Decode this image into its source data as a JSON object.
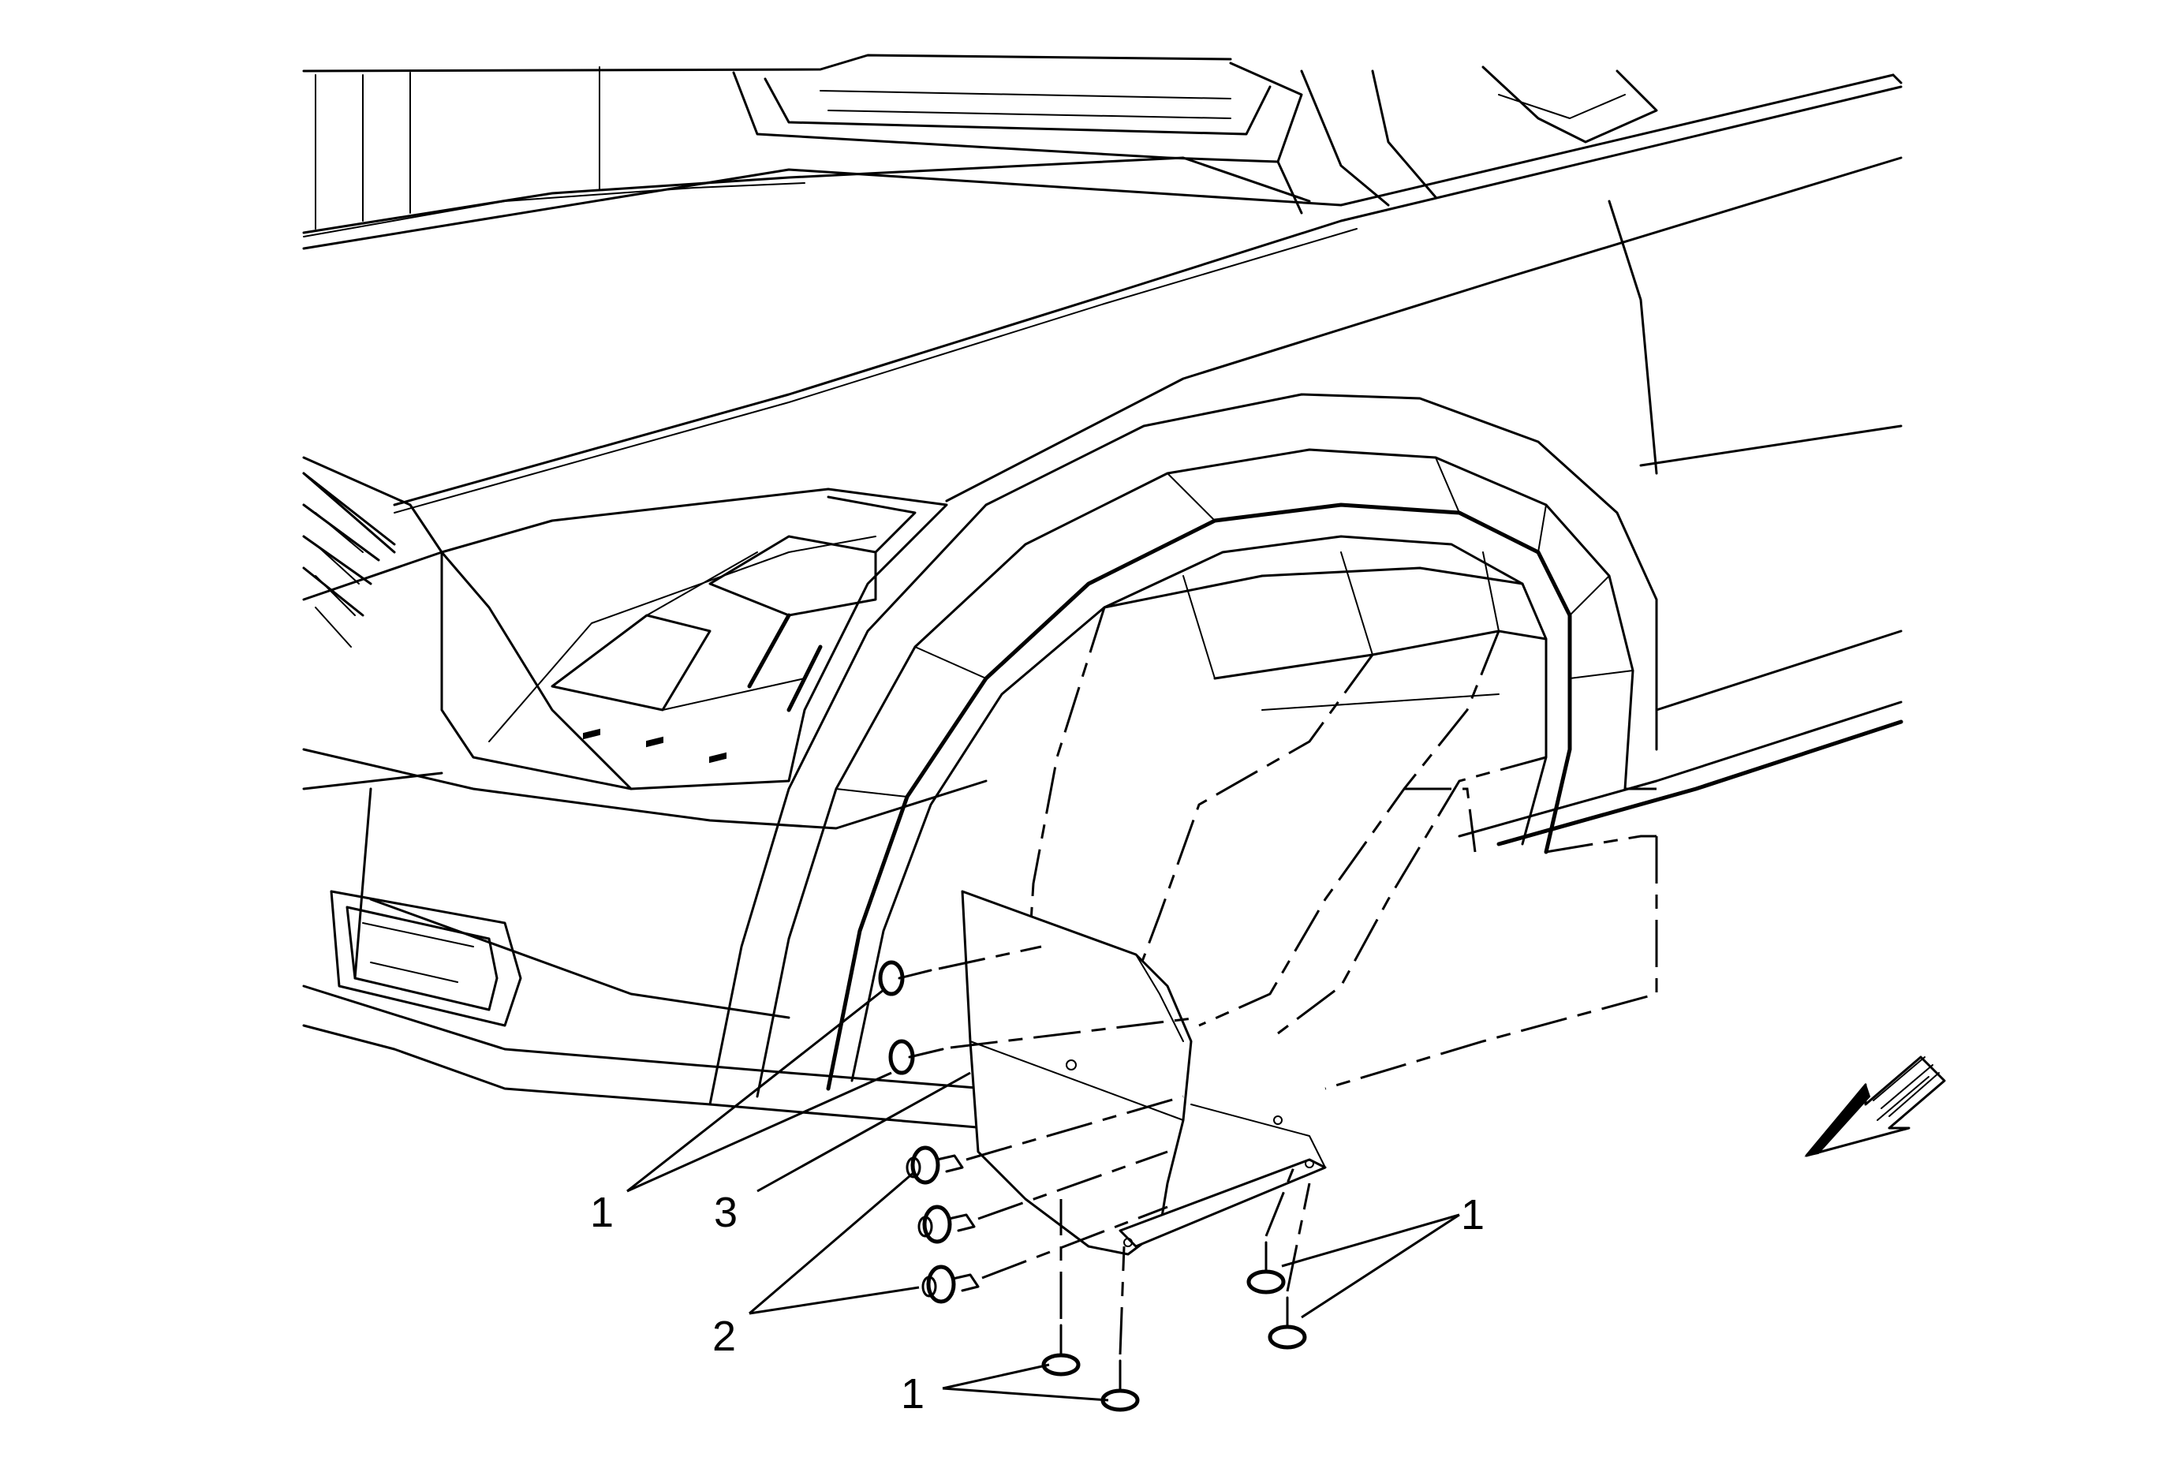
{
  "callouts": {
    "c1_left": "1",
    "c3": "3",
    "c2": "2",
    "c1_bottom": "1",
    "c1_right": "1"
  },
  "icons": {
    "direction_arrow": "front-direction-arrow-icon"
  }
}
